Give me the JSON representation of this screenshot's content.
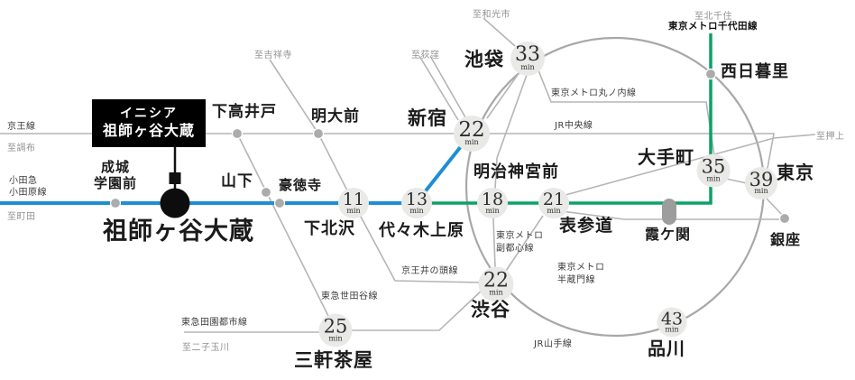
{
  "diagram": {
    "property_box": {
      "line1": "イニシア",
      "line2": "祖師ヶ谷大蔵"
    },
    "stations": {
      "soshigaya_okura": "祖師ヶ谷大蔵",
      "seijogakuen_mae": "成城\n学園前",
      "yamashita": "山下",
      "gotokuji": "豪徳寺",
      "shimotakaido": "下高井戸",
      "meidaimae": "明大前",
      "shimokitazawa": "下北沢",
      "yoyogi_uehara": "代々木上原",
      "shinjuku": "新宿",
      "ikebukuro": "池袋",
      "nishi_nippori": "西日暮里",
      "meiji_jingumae": "明治神宮前",
      "omotesando": "表参道",
      "otemachi": "大手町",
      "tokyo": "東京",
      "kasumigaseki": "霞ケ関",
      "ginza": "銀座",
      "shibuya": "渋谷",
      "sangenjaya": "三軒茶屋",
      "shinagawa": "品川"
    },
    "badges": {
      "shimokitazawa": {
        "min": "11",
        "unit": "min"
      },
      "yoyogi_uehara": {
        "min": "13",
        "unit": "min"
      },
      "shinjuku": {
        "min": "22",
        "unit": "min"
      },
      "ikebukuro": {
        "min": "33",
        "unit": "min"
      },
      "meiji_jingumae": {
        "min": "18",
        "unit": "min"
      },
      "omotesando": {
        "min": "21",
        "unit": "min"
      },
      "shibuya": {
        "min": "22",
        "unit": "min"
      },
      "sangenjaya": {
        "min": "25",
        "unit": "min"
      },
      "otemachi": {
        "min": "35",
        "unit": "min"
      },
      "tokyo": {
        "min": "39",
        "unit": "min"
      },
      "shinagawa": {
        "min": "43",
        "unit": "min"
      }
    },
    "lines": {
      "keio": "京王線",
      "odakyu_1": "小田急",
      "odakyu_2": "小田原線",
      "denentoshi": "東急田園都市線",
      "setagaya": "東急世田谷線",
      "inokashira": "京王井の頭線",
      "chuo": "JR中央線",
      "yamanote": "JR山手線",
      "marunouchi": "東京メトロ丸ノ内線",
      "fukutoshin": "東京メトロ\n副都心線",
      "hanzomon": "東京メトロ\n半蔵門線",
      "chiyoda": "東京メトロ千代田線"
    },
    "destinations": {
      "chofu": "至調布",
      "machida": "至町田",
      "futako_tamagawa": "至二子玉川",
      "kichijoji": "至吉祥寺",
      "ogikubo": "至荻窪",
      "wakoshi": "至和光市",
      "kita_senju": "至北千住",
      "oshiage": "至押上"
    },
    "colors": {
      "odakyu_blue": "#1f8ed3",
      "chiyoda_green": "#0ba266",
      "ring_gray": "#a8a8a8",
      "line_gray": "#b5b5b5",
      "badge_bg": "#e9e9e7",
      "marker_black": "#0d0d0d"
    }
  }
}
